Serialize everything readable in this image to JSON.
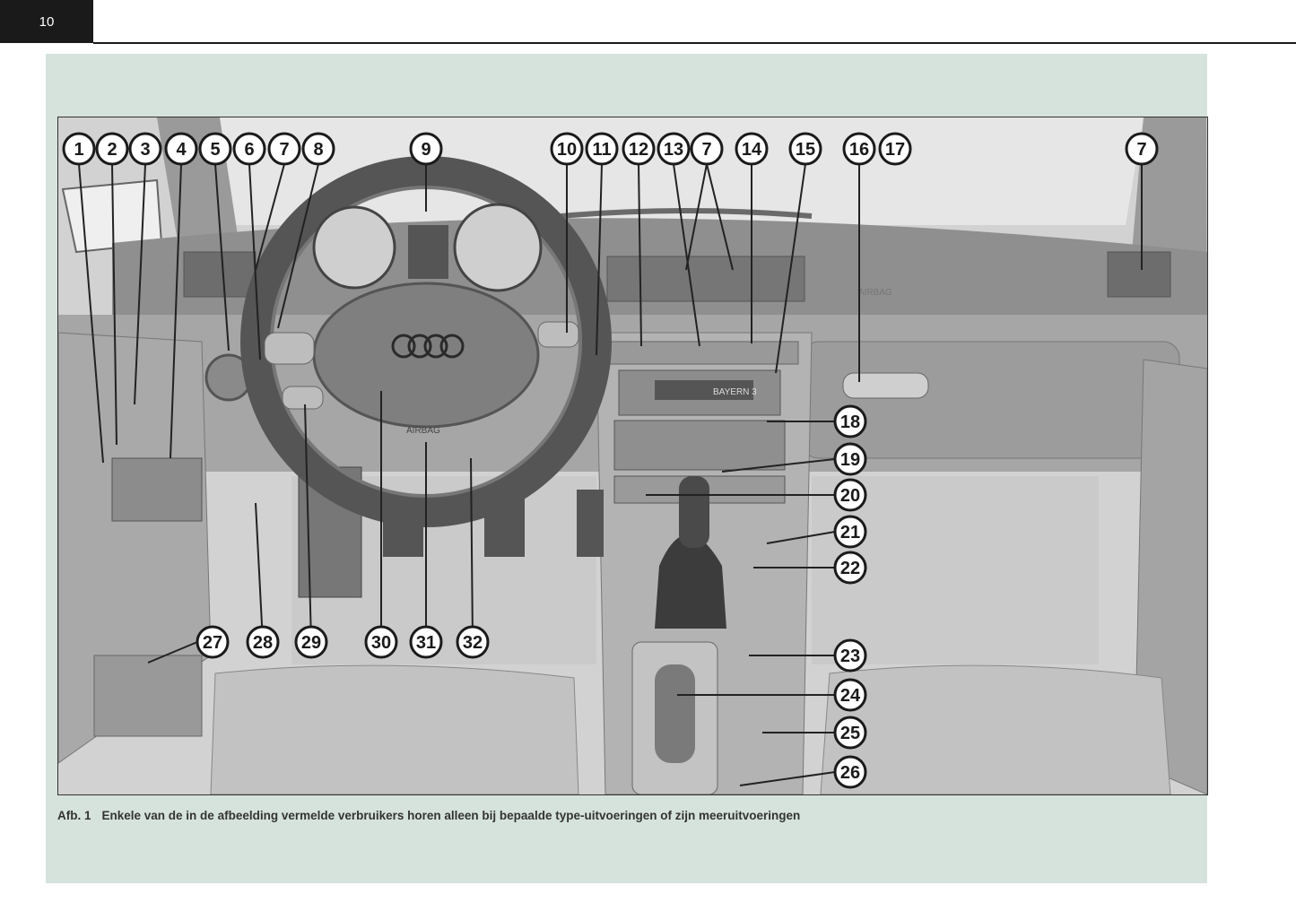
{
  "page": {
    "number": "10"
  },
  "figure": {
    "caption_label": "Afb. 1",
    "caption_text": "Enkele van de in de afbeelding vermelde verbruikers horen alleen bij bepaalde type-uitvoeringen of zijn meeruitvoeringen",
    "dash_labels": {
      "radio_display": "BAYERN 3",
      "airbag_dash": "AIRBAG",
      "airbag_wheel": "AIRBAG"
    },
    "callouts": [
      "1",
      "2",
      "3",
      "4",
      "5",
      "6",
      "7",
      "8",
      "9",
      "10",
      "11",
      "12",
      "13",
      "7",
      "14",
      "15",
      "16",
      "17",
      "7",
      "18",
      "19",
      "20",
      "21",
      "22",
      "23",
      "24",
      "25",
      "26",
      "27",
      "28",
      "29",
      "30",
      "31",
      "32"
    ]
  }
}
